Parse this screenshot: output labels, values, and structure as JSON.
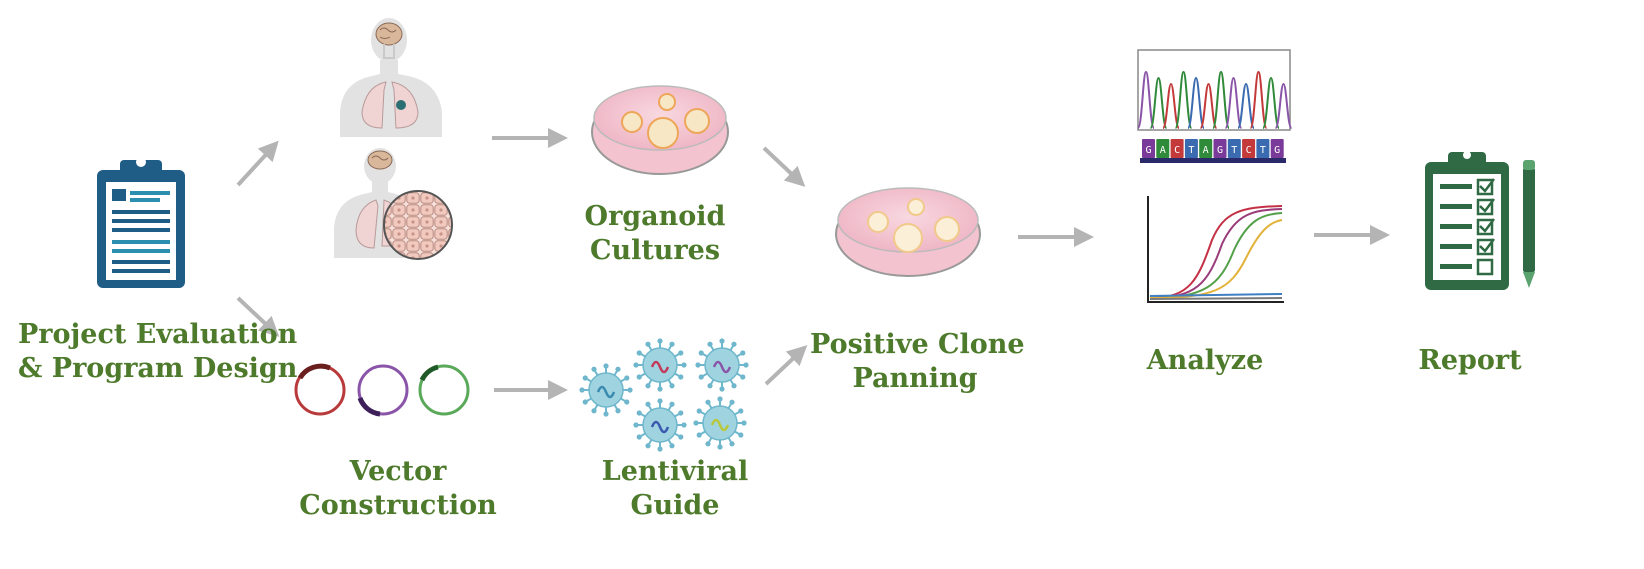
{
  "steps": {
    "project": {
      "line1": "Project Evaluation",
      "line2": "& Program Design"
    },
    "organoid": {
      "line1": "Organoid",
      "line2": "Cultures"
    },
    "vector": {
      "line1": "Vector",
      "line2": "Construction"
    },
    "lentiviral": {
      "line1": "Lentiviral",
      "line2": "Guide"
    },
    "positive": {
      "line1": "Positive Clone",
      "line2": "Panning"
    },
    "analyze": {
      "label": "Analyze"
    },
    "report": {
      "label": "Report"
    }
  },
  "sequence_bases": [
    "G",
    "A",
    "C",
    "T",
    "A",
    "G",
    "T",
    "C",
    "T",
    "G"
  ],
  "colors": {
    "label_green": "#4e7a2c",
    "arrow_gray": "#b4b4b4",
    "clipboard_blue": "#1f5c86",
    "clipboard_line": "#2d8fb0",
    "report_green": "#2f6a45",
    "dish_pink": "#f4c7d2",
    "organoid_cream": "#f7e7c4",
    "organoid_orange": "#eea65a",
    "plasmid_red": "#b93a3a",
    "plasmid_purple": "#8a55a8",
    "plasmid_green": "#5aa85a",
    "virus_teal": "#6fb7cc"
  }
}
